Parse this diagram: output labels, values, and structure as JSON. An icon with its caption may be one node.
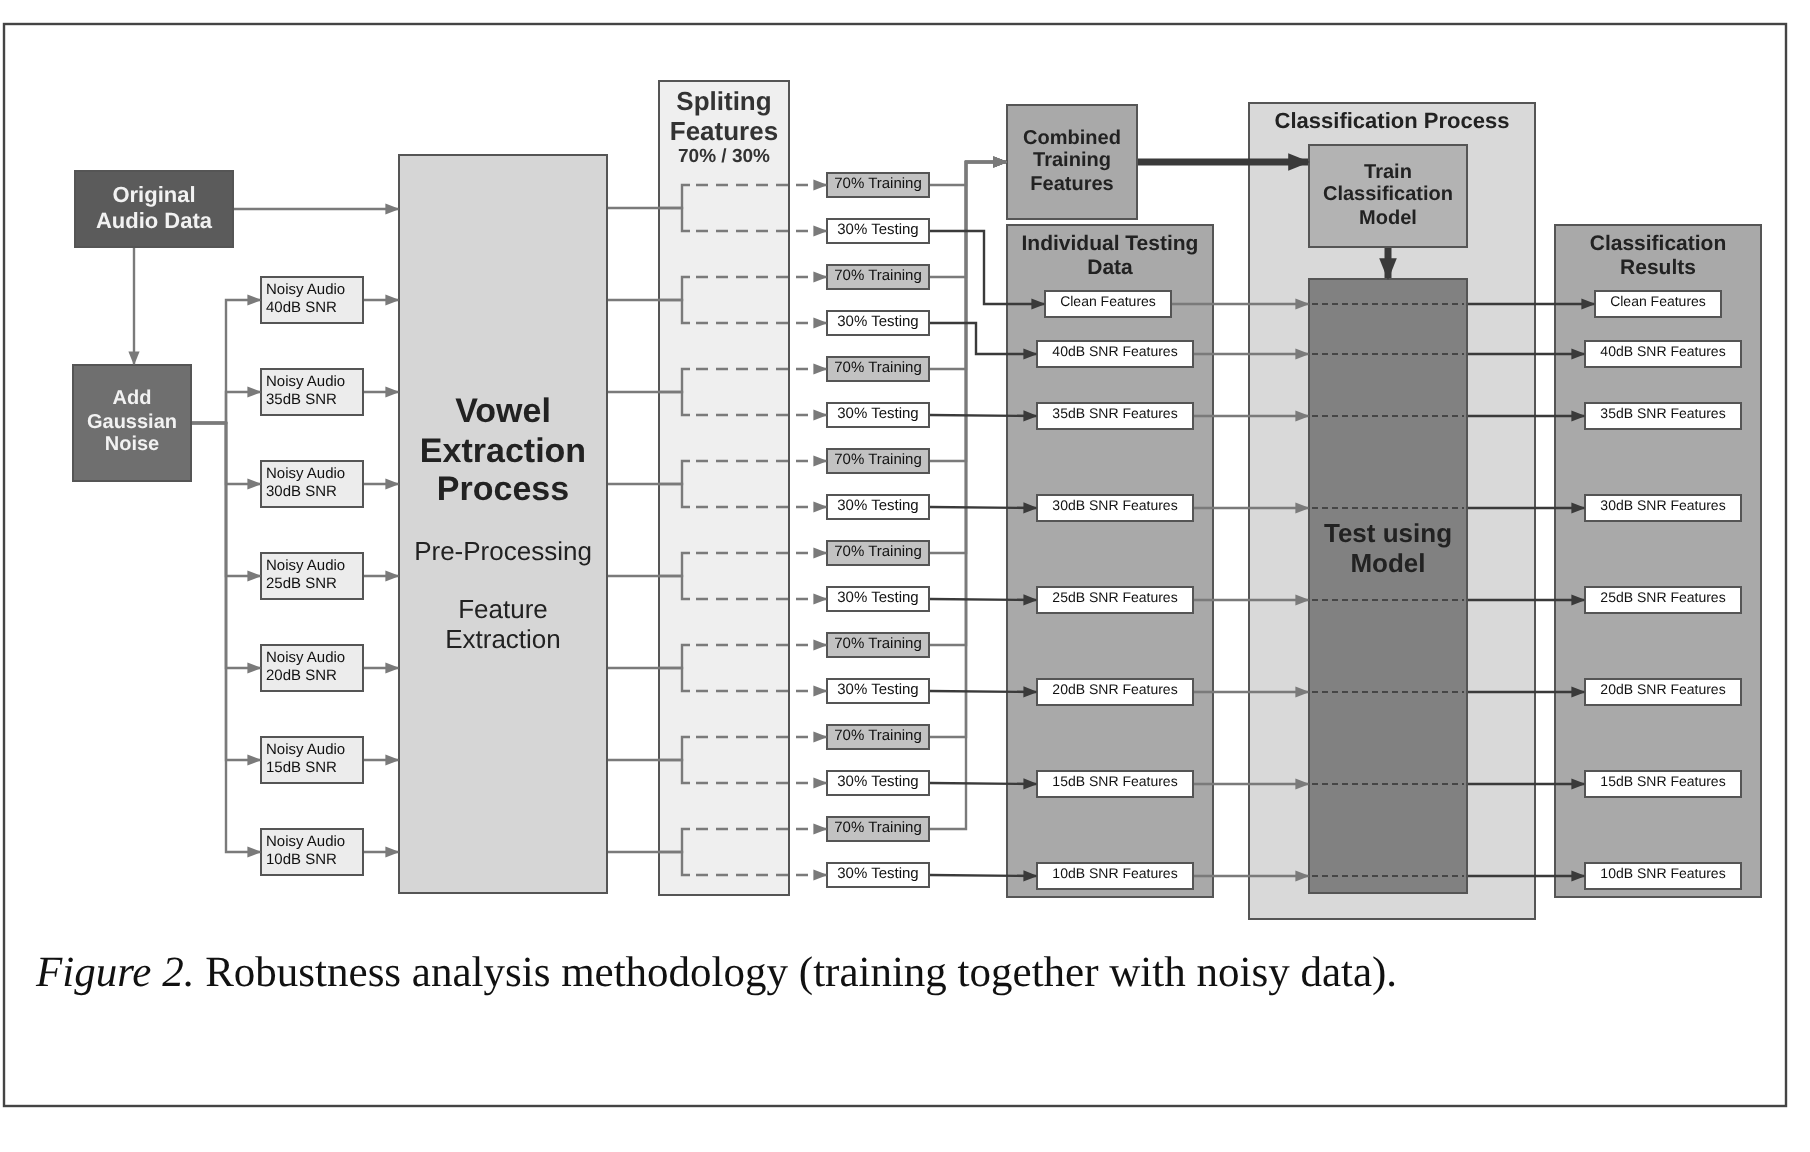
{
  "diagram": {
    "caption": "*Figure 2.* Robustness analysis methodology (training together with noisy data).",
    "nodes": [
      {
        "text": [
          "Original Audio Data"
        ]
      },
      {
        "text": [
          "Add Gaussian Noise"
        ]
      },
      {
        "text": [
          "Noisy Audio 40dB SNR"
        ]
      },
      {
        "text": [
          "Noisy Audio 35dB SNR"
        ]
      },
      {
        "text": [
          "Noisy Audio 30dB SNR"
        ]
      },
      {
        "text": [
          "Noisy Audio 25dB SNR"
        ]
      },
      {
        "text": [
          "Noisy Audio 20dB SNR"
        ]
      },
      {
        "text": [
          "Noisy Audio 15dB SNR"
        ]
      },
      {
        "text": [
          "Noisy Audio 10dB SNR"
        ]
      },
      {
        "text": [
          "Vowel Extraction Process",
          "Pre-Processing",
          "Feature Extraction"
        ]
      },
      {
        "text": [
          "Spliting Features",
          "70% / 30%"
        ]
      },
      {
        "text": [
          "70% Training"
        ]
      },
      {
        "text": [
          "30% Testing"
        ]
      },
      {
        "text": [
          "70% Training"
        ]
      },
      {
        "text": [
          "30% Testing"
        ]
      },
      {
        "text": [
          "70% Training"
        ]
      },
      {
        "text": [
          "30% Testing"
        ]
      },
      {
        "text": [
          "70% Training"
        ]
      },
      {
        "text": [
          "30% Testing"
        ]
      },
      {
        "text": [
          "70% Training"
        ]
      },
      {
        "text": [
          "30% Testing"
        ]
      },
      {
        "text": [
          "70% Training"
        ]
      },
      {
        "text": [
          "30% Testing"
        ]
      },
      {
        "text": [
          "70% Training"
        ]
      },
      {
        "text": [
          "30% Testing"
        ]
      },
      {
        "text": [
          "70% Training"
        ]
      },
      {
        "text": [
          "30% Testing"
        ]
      },
      {
        "text": [
          "Combined Training Features"
        ]
      },
      {
        "text": [
          "Individual Testing Data"
        ]
      },
      {
        "text": [
          "Clean Features"
        ],
        "in": 28
      },
      {
        "text": [
          "40dB SNR Features"
        ],
        "in": 28
      },
      {
        "text": [
          "35dB SNR Features"
        ],
        "in": 28
      },
      {
        "text": [
          "30dB SNR Features"
        ],
        "in": 28
      },
      {
        "text": [
          "25dB SNR Features"
        ],
        "in": 28
      },
      {
        "text": [
          "20dB SNR Features"
        ],
        "in": 28
      },
      {
        "text": [
          "15dB SNR Features"
        ],
        "in": 28
      },
      {
        "text": [
          "10dB SNR Features"
        ],
        "in": 28
      },
      {
        "text": [
          "Classification Process"
        ]
      },
      {
        "text": [
          "Train Classification Model"
        ],
        "in": 37
      },
      {
        "text": [
          "Test using Model"
        ],
        "in": 37
      },
      {
        "text": [
          "Classification Results"
        ]
      },
      {
        "text": [
          "Clean Features"
        ],
        "in": 40
      },
      {
        "text": [
          "40dB SNR Features"
        ],
        "in": 40
      },
      {
        "text": [
          "35dB SNR Features"
        ],
        "in": 40
      },
      {
        "text": [
          "30dB SNR Features"
        ],
        "in": 40
      },
      {
        "text": [
          "25dB SNR Features"
        ],
        "in": 40
      },
      {
        "text": [
          "20dB SNR Features"
        ],
        "in": 40
      },
      {
        "text": [
          "15dB SNR Features"
        ],
        "in": 40
      },
      {
        "text": [
          "10dB SNR Features"
        ],
        "in": 40
      }
    ],
    "edges": [
      {
        "from": 0,
        "to": 1,
        "arrow": "to"
      },
      {
        "from": 0,
        "to": 9,
        "arrow": "to"
      },
      {
        "from": 1,
        "to": 2,
        "arrow": "to"
      },
      {
        "from": 1,
        "to": 3,
        "arrow": "to"
      },
      {
        "from": 1,
        "to": 4,
        "arrow": "to"
      },
      {
        "from": 1,
        "to": 5,
        "arrow": "to"
      },
      {
        "from": 1,
        "to": 6,
        "arrow": "to"
      },
      {
        "from": 1,
        "to": 7,
        "arrow": "to"
      },
      {
        "from": 1,
        "to": 8,
        "arrow": "to"
      },
      {
        "from": 2,
        "to": 9,
        "arrow": "to"
      },
      {
        "from": 3,
        "to": 9,
        "arrow": "to"
      },
      {
        "from": 4,
        "to": 9,
        "arrow": "to"
      },
      {
        "from": 5,
        "to": 9,
        "arrow": "to"
      },
      {
        "from": 6,
        "to": 9,
        "arrow": "to"
      },
      {
        "from": 7,
        "to": 9,
        "arrow": "to"
      },
      {
        "from": 8,
        "to": 9,
        "arrow": "to"
      },
      {
        "from": 9,
        "to": 10,
        "arrow": "none"
      },
      {
        "from": 9,
        "to": 10,
        "arrow": "none"
      },
      {
        "from": 9,
        "to": 10,
        "arrow": "none"
      },
      {
        "from": 9,
        "to": 10,
        "arrow": "none"
      },
      {
        "from": 9,
        "to": 10,
        "arrow": "none"
      },
      {
        "from": 9,
        "to": 10,
        "arrow": "none"
      },
      {
        "from": 9,
        "to": 10,
        "arrow": "none"
      },
      {
        "from": 9,
        "to": 10,
        "arrow": "none"
      },
      {
        "from": 10,
        "to": 11,
        "arrow": "to",
        "style": "dashed"
      },
      {
        "from": 10,
        "to": 12,
        "arrow": "to",
        "style": "dashed"
      },
      {
        "from": 10,
        "to": 13,
        "arrow": "to",
        "style": "dashed"
      },
      {
        "from": 10,
        "to": 14,
        "arrow": "to",
        "style": "dashed"
      },
      {
        "from": 10,
        "to": 15,
        "arrow": "to",
        "style": "dashed"
      },
      {
        "from": 10,
        "to": 16,
        "arrow": "to",
        "style": "dashed"
      },
      {
        "from": 10,
        "to": 17,
        "arrow": "to",
        "style": "dashed"
      },
      {
        "from": 10,
        "to": 18,
        "arrow": "to",
        "style": "dashed"
      },
      {
        "from": 10,
        "to": 19,
        "arrow": "to",
        "style": "dashed"
      },
      {
        "from": 10,
        "to": 20,
        "arrow": "to",
        "style": "dashed"
      },
      {
        "from": 10,
        "to": 21,
        "arrow": "to",
        "style": "dashed"
      },
      {
        "from": 10,
        "to": 22,
        "arrow": "to",
        "style": "dashed"
      },
      {
        "from": 10,
        "to": 23,
        "arrow": "to",
        "style": "dashed"
      },
      {
        "from": 10,
        "to": 24,
        "arrow": "to",
        "style": "dashed"
      },
      {
        "from": 10,
        "to": 25,
        "arrow": "to",
        "style": "dashed"
      },
      {
        "from": 10,
        "to": 26,
        "arrow": "to",
        "style": "dashed"
      },
      {
        "from": 11,
        "to": 27,
        "arrow": "to"
      },
      {
        "from": 13,
        "to": 27,
        "arrow": "to"
      },
      {
        "from": 15,
        "to": 27,
        "arrow": "to"
      },
      {
        "from": 17,
        "to": 27,
        "arrow": "to"
      },
      {
        "from": 19,
        "to": 27,
        "arrow": "to"
      },
      {
        "from": 21,
        "to": 27,
        "arrow": "to"
      },
      {
        "from": 23,
        "to": 27,
        "arrow": "to"
      },
      {
        "from": 25,
        "to": 27,
        "arrow": "to"
      },
      {
        "from": 12,
        "to": 29,
        "arrow": "to",
        "color": "#3a3a3a"
      },
      {
        "from": 14,
        "to": 30,
        "arrow": "to",
        "color": "#3a3a3a"
      },
      {
        "from": 16,
        "to": 31,
        "arrow": "to",
        "color": "#3a3a3a"
      },
      {
        "from": 18,
        "to": 32,
        "arrow": "to",
        "color": "#3a3a3a"
      },
      {
        "from": 20,
        "to": 33,
        "arrow": "to",
        "color": "#3a3a3a"
      },
      {
        "from": 22,
        "to": 34,
        "arrow": "to",
        "color": "#3a3a3a"
      },
      {
        "from": 24,
        "to": 35,
        "arrow": "to",
        "color": "#3a3a3a"
      },
      {
        "from": 26,
        "to": 36,
        "arrow": "to",
        "color": "#3a3a3a"
      },
      {
        "from": 27,
        "to": 38,
        "arrow": "to",
        "style": "thick",
        "color": "#3a3a3a"
      },
      {
        "from": 38,
        "to": 39,
        "arrow": "to",
        "style": "thick",
        "color": "#3a3a3a"
      },
      {
        "from": 29,
        "to": 39,
        "arrow": "to"
      },
      {
        "from": 30,
        "to": 39,
        "arrow": "to"
      },
      {
        "from": 31,
        "to": 39,
        "arrow": "to"
      },
      {
        "from": 32,
        "to": 39,
        "arrow": "to"
      },
      {
        "from": 33,
        "to": 39,
        "arrow": "to"
      },
      {
        "from": 34,
        "to": 39,
        "arrow": "to"
      },
      {
        "from": 35,
        "to": 39,
        "arrow": "to"
      },
      {
        "from": 36,
        "to": 39,
        "arrow": "to"
      },
      {
        "from": 39,
        "to": 41,
        "arrow": "to",
        "color": "#3a3a3a"
      },
      {
        "from": 39,
        "to": 42,
        "arrow": "to",
        "color": "#3a3a3a"
      },
      {
        "from": 39,
        "to": 43,
        "arrow": "to",
        "color": "#3a3a3a"
      },
      {
        "from": 39,
        "to": 44,
        "arrow": "to",
        "color": "#3a3a3a"
      },
      {
        "from": 39,
        "to": 45,
        "arrow": "to",
        "color": "#3a3a3a"
      },
      {
        "from": 39,
        "to": 46,
        "arrow": "to",
        "color": "#3a3a3a"
      },
      {
        "from": 39,
        "to": 47,
        "arrow": "to",
        "color": "#3a3a3a"
      },
      {
        "from": 39,
        "to": 48,
        "arrow": "to",
        "color": "#3a3a3a"
      }
    ]
  }
}
